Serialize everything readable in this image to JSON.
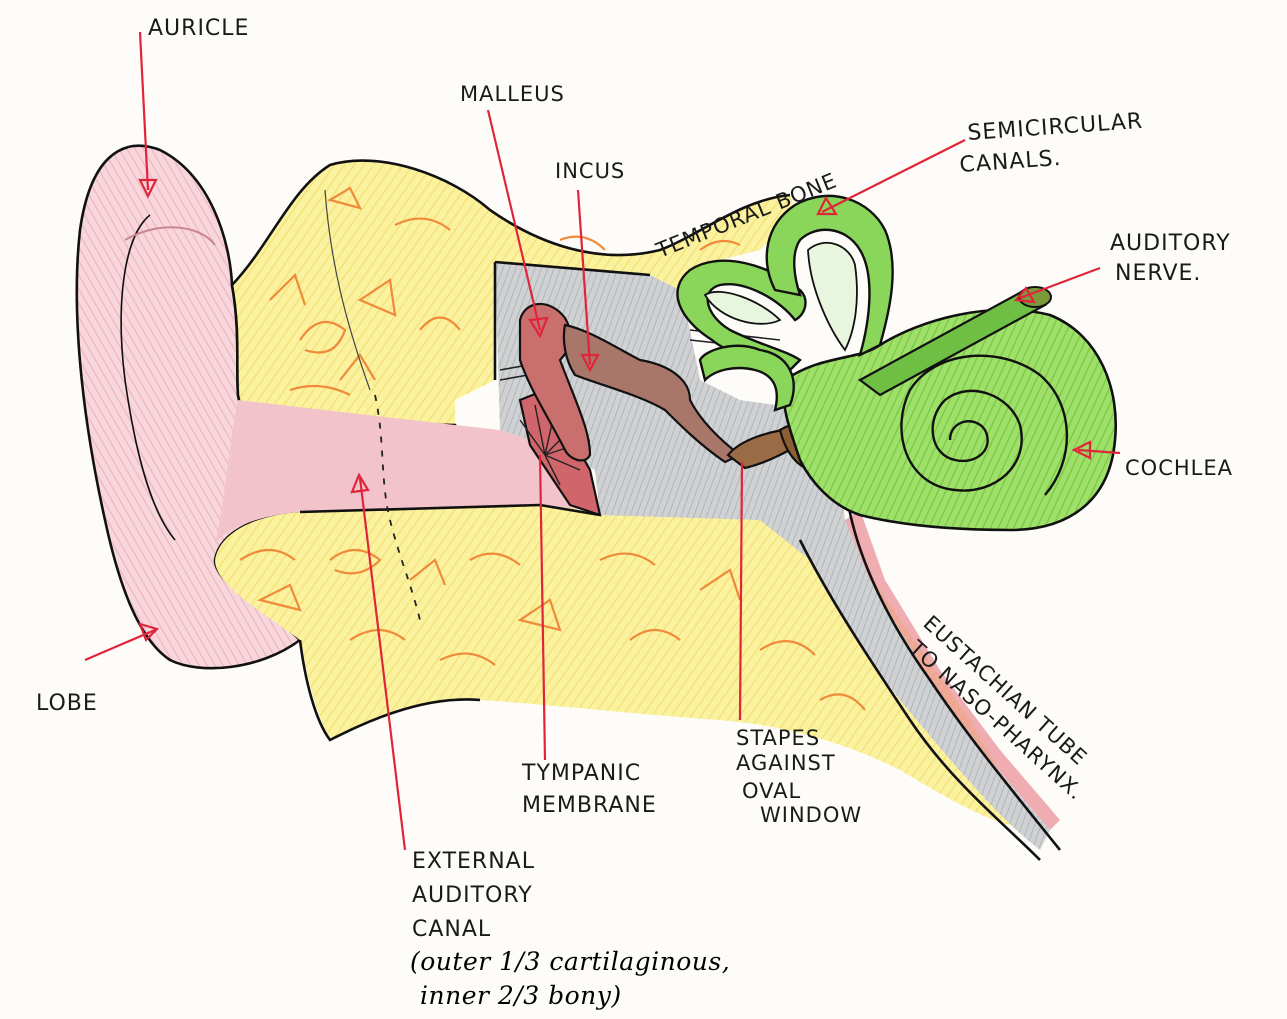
{
  "diagram": {
    "labels": {
      "auricle": "AURICLE",
      "malleus": "MALLEUS",
      "incus": "INCUS",
      "temporal_bone": "TEMPORAL BONE",
      "semicircular_1": "SEMICIRCULAR",
      "semicircular_2": "CANALS.",
      "auditory_nerve_1": "AUDITORY",
      "auditory_nerve_2": "NERVE.",
      "cochlea": "COCHLEA",
      "lobe": "LOBE",
      "tympanic_1": "TYMPANIC",
      "tympanic_2": "MEMBRANE",
      "stapes_1": "STAPES",
      "stapes_2": "AGAINST",
      "stapes_3": "OVAL",
      "stapes_4": "WINDOW",
      "eustachian_1": "EUSTACHIAN TUBE",
      "eustachian_2": "TO NASO-PHARYNX.",
      "eac_1": "EXTERNAL",
      "eac_2": "AUDITORY",
      "eac_3": "CANAL",
      "eac_4": "(outer 1/3 cartilaginous,",
      "eac_5": "inner 2/3 bony)"
    }
  }
}
